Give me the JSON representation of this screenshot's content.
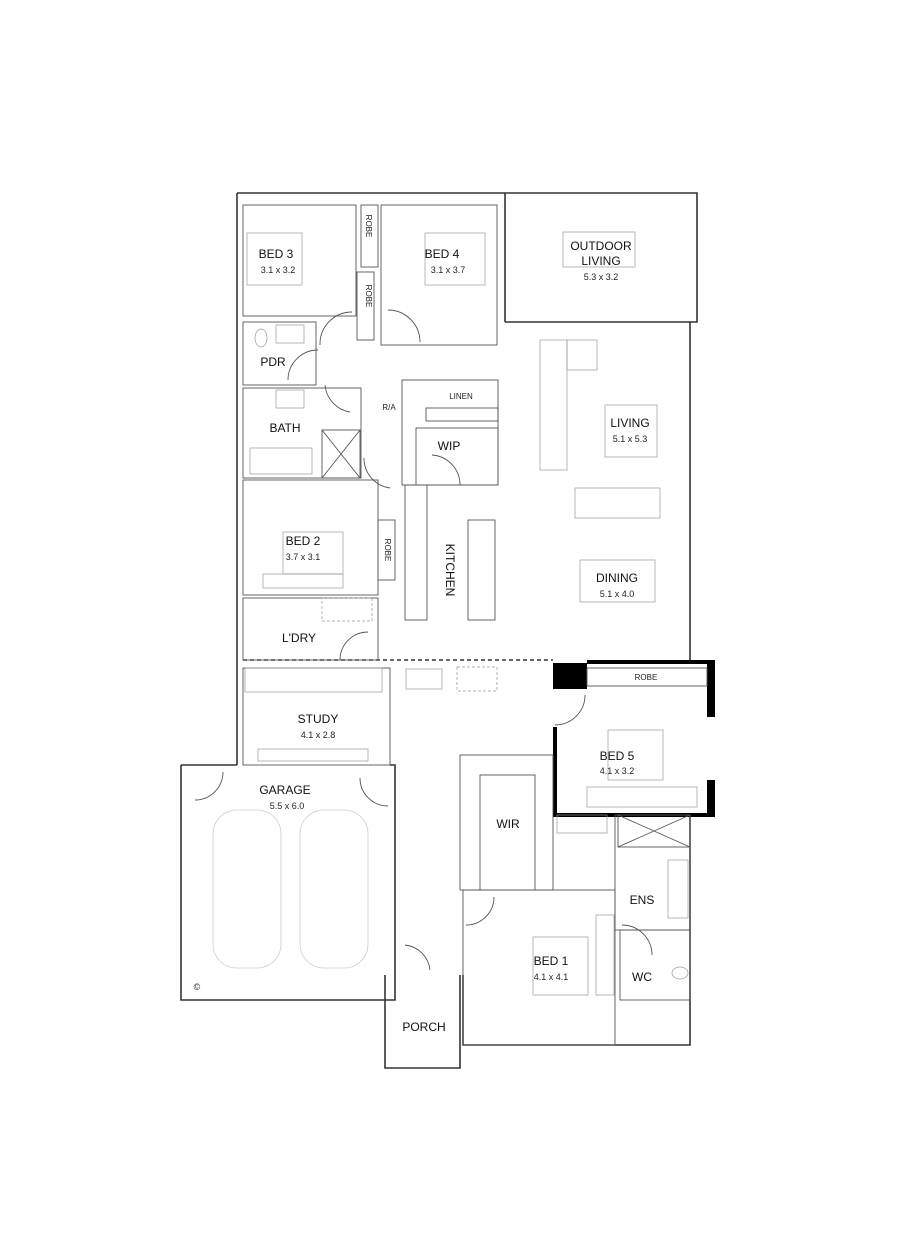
{
  "rooms": {
    "bed3": {
      "name": "BED 3",
      "size": "3.1 x 3.2"
    },
    "bed4": {
      "name": "BED 4",
      "size": "3.1 x 3.7"
    },
    "outdoor": {
      "name1": "OUTDOOR",
      "name2": "LIVING",
      "size": "5.3 x 3.2"
    },
    "living": {
      "name": "LIVING",
      "size": "5.1 x 5.3"
    },
    "dining": {
      "name": "DINING",
      "size": "5.1 x 4.0"
    },
    "pdr": {
      "name": "PDR"
    },
    "bath": {
      "name": "BATH"
    },
    "linen": {
      "name": "LINEN"
    },
    "ra": {
      "name": "R/A"
    },
    "wip": {
      "name": "WIP"
    },
    "kitchen": {
      "name": "KITCHEN"
    },
    "bed2": {
      "name": "BED 2",
      "size": "3.7 x 3.1"
    },
    "ldry": {
      "name": "L'DRY"
    },
    "study": {
      "name": "STUDY",
      "size": "4.1 x 2.8"
    },
    "garage": {
      "name": "GARAGE",
      "size": "5.5 x 6.0"
    },
    "bed5": {
      "name": "BED 5",
      "size": "4.1 x 3.2"
    },
    "wir": {
      "name": "WIR"
    },
    "ens": {
      "name": "ENS"
    },
    "bed1": {
      "name": "BED 1",
      "size": "4.1 x 4.1"
    },
    "wc": {
      "name": "WC"
    },
    "porch": {
      "name": "PORCH"
    },
    "robe1": {
      "name": "ROBE"
    },
    "robe2": {
      "name": "ROBE"
    },
    "robe_bed2": {
      "name": "ROBE"
    },
    "robe_bed5": {
      "name": "ROBE"
    }
  },
  "copyright": "©"
}
